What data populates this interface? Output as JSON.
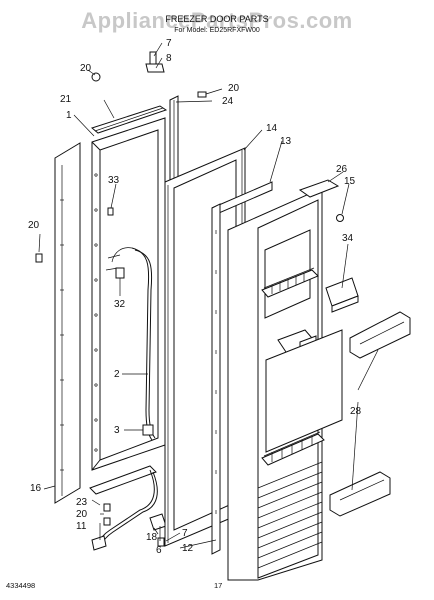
{
  "watermark": "AppliancePartsPros.com",
  "header": {
    "title": "FREEZER DOOR PARTS",
    "subtitle": "For Model: ED25RFXFW00"
  },
  "callouts": {
    "c1": "1",
    "c2": "2",
    "c3": "3",
    "c6": "6",
    "c7a": "7",
    "c7b": "7",
    "c8": "8",
    "c11": "11",
    "c12": "12",
    "c13": "13",
    "c14": "14",
    "c15": "15",
    "c16": "16",
    "c18": "18",
    "c20a": "20",
    "c20b": "20",
    "c20c": "20",
    "c20d": "20",
    "c21": "21",
    "c23": "23",
    "c24": "24",
    "c26": "26",
    "c28": "28",
    "c32": "32",
    "c33": "33",
    "c34": "34"
  },
  "footer": {
    "doc_number": "4334498",
    "page_number": "17"
  }
}
